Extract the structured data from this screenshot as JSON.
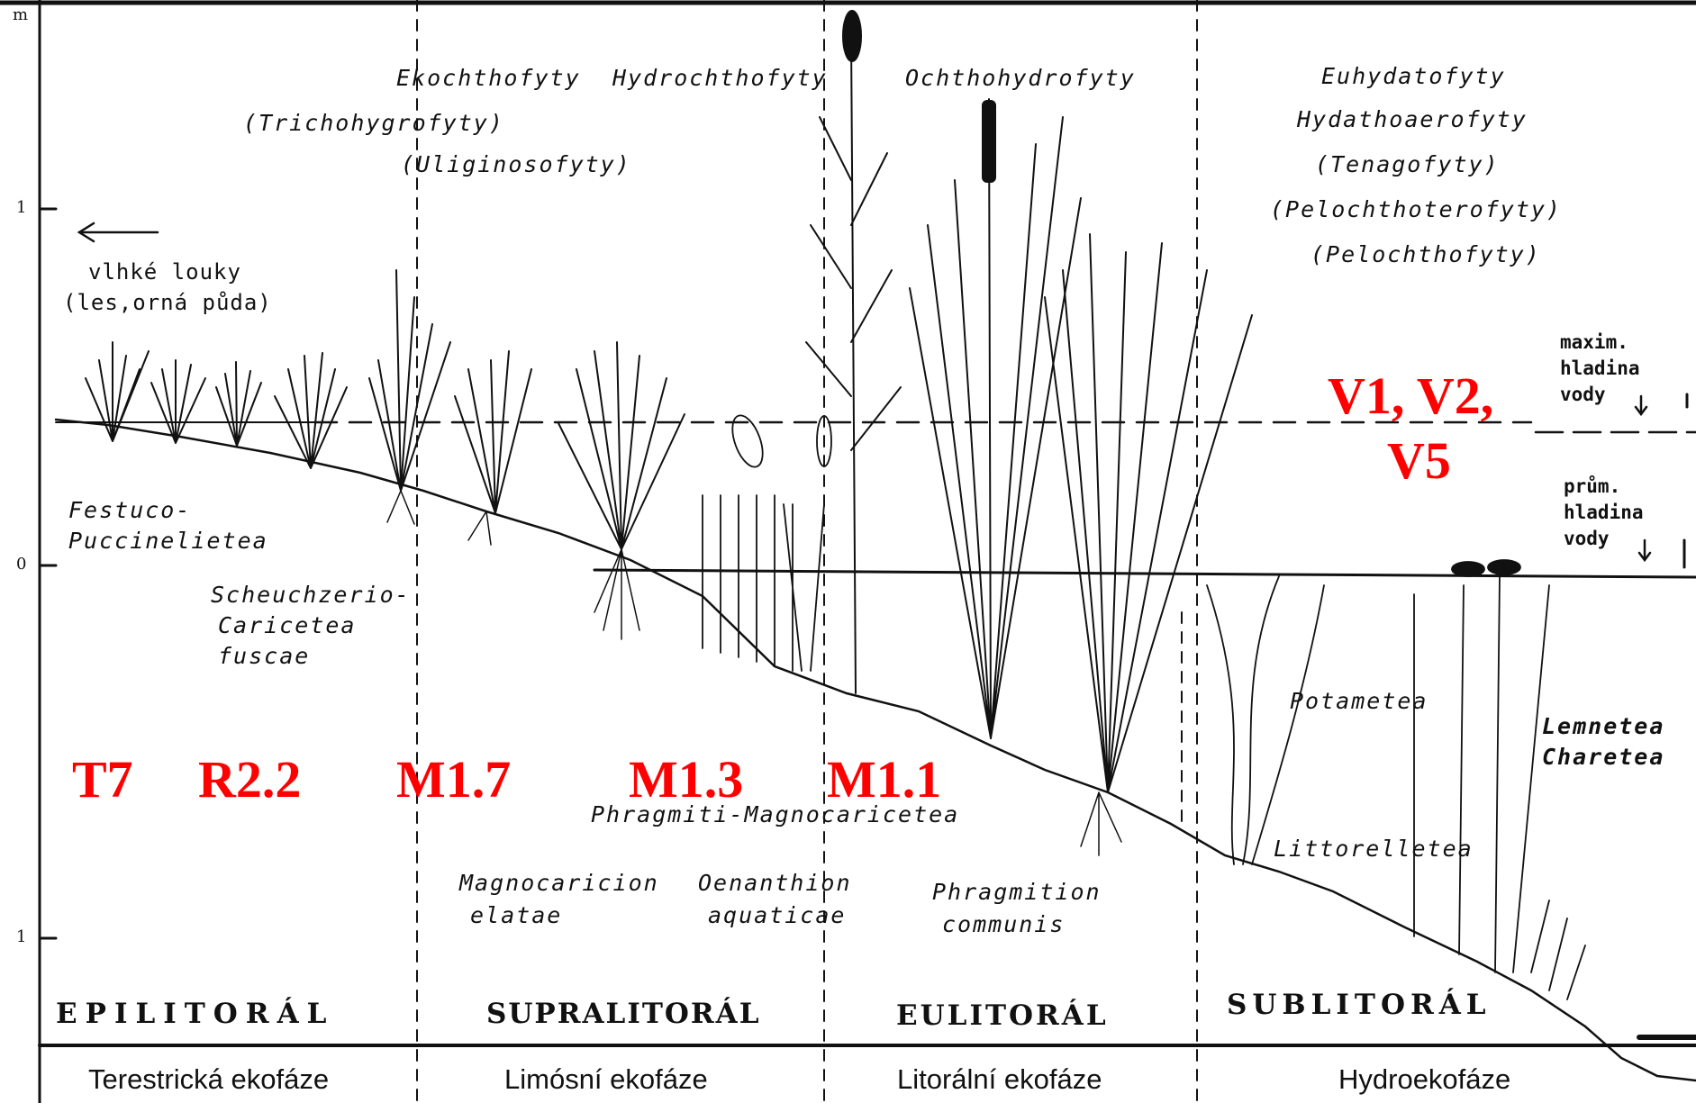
{
  "axis": {
    "unit": "m",
    "ticks": [
      "1",
      "0",
      "1"
    ]
  },
  "left_arrow_label": {
    "line1": "vlhké louky",
    "line2": "(les,orná půda)"
  },
  "life_forms": {
    "ecochthofyty": "Ekochthofyty",
    "trichohygrofyty": "(Trichohygrofyty)",
    "uliginosofyty": "(Uliginosofyty)",
    "hydrochthofyty": "Hydrochthofyty",
    "ochthohydrofyty": "Ochthohydrofyty",
    "euhydatofyty": "Euhydatofyty",
    "hydathoaerofyty": "Hydathoaerofyty",
    "tenagofyty": "(Tenagofyty)",
    "pelochthoterofyty": "(Pelochthoterofyty)",
    "pelochthofyty": "(Pelochthofyty)"
  },
  "water_levels": {
    "max_line1": "maxim.",
    "max_line2": "hladina",
    "max_line3": "vody",
    "avg_line1": "prům.",
    "avg_line2": "hladina",
    "avg_line3": "vody"
  },
  "syntaxa": {
    "festuco_1": "Festuco-",
    "festuco_2": "Puccinelietea",
    "scheuchzerio_1": "Scheuchzerio-",
    "scheuchzerio_2": "Caricetea",
    "scheuchzerio_3": "fuscae",
    "phragmiti": "Phragmiti-Magnocaricetea",
    "magnocaricion_1": "Magnocaricion",
    "magnocaricion_2": "elatae",
    "oenanthion_1": "Oenanthion",
    "oenanthion_2": "aquaticae",
    "phragmition_1": "Phragmition",
    "phragmition_2": "communis",
    "potametea": "Potametea",
    "littorelletea": "Littorelletea",
    "lemnetea": "Lemnetea",
    "charetea": "Charetea"
  },
  "habitat_codes": {
    "t7": "T7",
    "r22": "R2.2",
    "m17": "M1.7",
    "m13": "M1.3",
    "m11": "M1.1",
    "v_line1": "V1, V2,",
    "v_line2": "V5"
  },
  "zones": [
    "EPILITORÁL",
    "SUPRALITORÁL",
    "EULITORÁL",
    "SUBLITORÁL"
  ],
  "ecophases": [
    "Terestrická ekofáze",
    "Limósní ekofáze",
    "Litorální ekofáze",
    "Hydroekofáze"
  ],
  "colors": {
    "ink": "#111111",
    "highlight": "#ff0000",
    "background": "#ffffff"
  }
}
